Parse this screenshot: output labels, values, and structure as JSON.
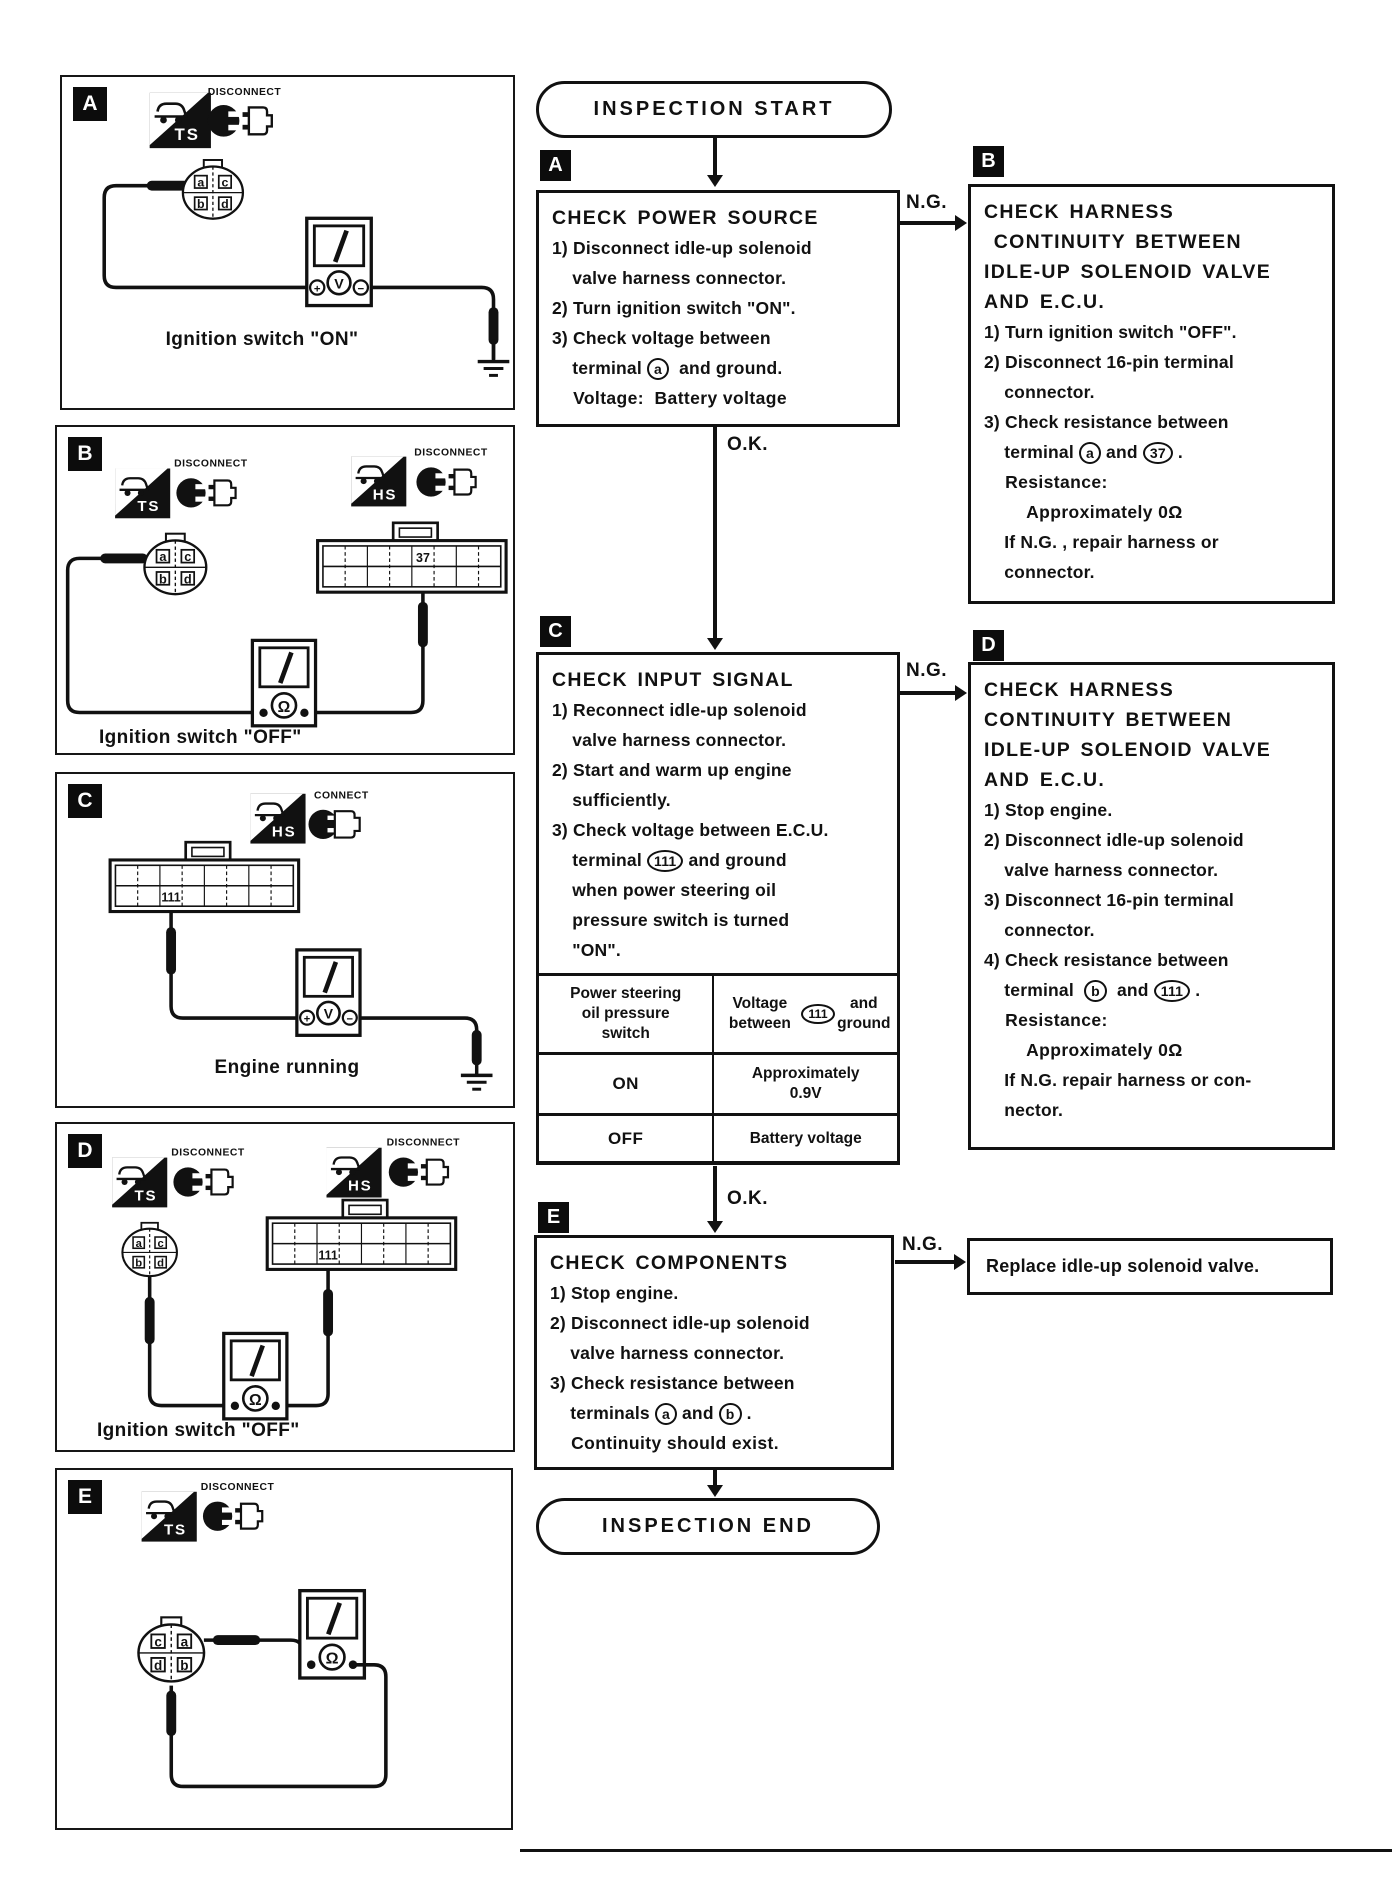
{
  "flow": {
    "start_label": "INSPECTION START",
    "end_label": "INSPECTION END",
    "ok_label": "O.K.",
    "ng_label": "N.G.",
    "replace_label": "Replace idle-up solenoid valve.",
    "power": {
      "tag": "A",
      "lines": [
        {
          "t": "CHECK POWER SOURCE",
          "h": 1
        },
        {
          "t": "1) Disconnect idle-up solenoid"
        },
        {
          "t": "    valve harness connector."
        },
        {
          "t": "2) Turn ignition switch \"ON\"."
        },
        {
          "t": "3) Check voltage between"
        },
        {
          "t": "    terminal ((a))  and ground."
        },
        {
          "t": "    Voltage:  Battery voltage",
          "b": 1
        }
      ]
    },
    "harness_b": {
      "tag": "B",
      "lines": [
        {
          "t": "CHECK HARNESS",
          "h": 1
        },
        {
          "t": " CONTINUITY BETWEEN",
          "h": 1
        },
        {
          "t": "IDLE-UP SOLENOID VALVE",
          "h": 1
        },
        {
          "t": "AND E.C.U.",
          "h": 1
        },
        {
          "t": "1) Turn ignition switch \"OFF\"."
        },
        {
          "t": "2) Disconnect 16-pin terminal"
        },
        {
          "t": "    connector."
        },
        {
          "t": "3) Check resistance between"
        },
        {
          "t": "    terminal ((a)) and ((37)) ."
        },
        {
          "t": "    Resistance:",
          "b": 1
        },
        {
          "t": "        Approximately 0Ω",
          "b": 1
        },
        {
          "t": "    If N.G. , repair harness or"
        },
        {
          "t": "    connector."
        }
      ]
    },
    "input": {
      "tag": "C",
      "lines": [
        {
          "t": "CHECK INPUT SIGNAL",
          "h": 1
        },
        {
          "t": "1) Reconnect idle-up solenoid"
        },
        {
          "t": "    valve harness connector."
        },
        {
          "t": "2) Start and warm up engine"
        },
        {
          "t": "    sufficiently."
        },
        {
          "t": "3) Check voltage between E.C.U."
        },
        {
          "t": "    terminal ((111)) and ground"
        },
        {
          "t": "    when power steering oil"
        },
        {
          "t": "    pressure switch is turned"
        },
        {
          "t": "    \"ON\"."
        }
      ],
      "table": {
        "col1": "Power steering\noil pressure\nswitch",
        "col2": "Voltage between\n((111)) and ground",
        "rows": [
          {
            "key": "ON",
            "val": "Approximately\n0.9V"
          },
          {
            "key": "OFF",
            "val": "Battery voltage"
          }
        ]
      }
    },
    "harness_d": {
      "tag": "D",
      "lines": [
        {
          "t": "CHECK HARNESS",
          "h": 1
        },
        {
          "t": "CONTINUITY BETWEEN",
          "h": 1
        },
        {
          "t": "IDLE-UP SOLENOID VALVE",
          "h": 1
        },
        {
          "t": "AND E.C.U.",
          "h": 1
        },
        {
          "t": "1) Stop engine."
        },
        {
          "t": "2) Disconnect idle-up solenoid"
        },
        {
          "t": "    valve harness connector."
        },
        {
          "t": "3) Disconnect 16-pin terminal"
        },
        {
          "t": "    connector."
        },
        {
          "t": "4) Check resistance between"
        },
        {
          "t": "    terminal  ((b))  and ((111)) ."
        },
        {
          "t": "    Resistance:",
          "b": 1
        },
        {
          "t": "        Approximately 0Ω",
          "b": 1
        },
        {
          "t": "    If N.G. repair harness or con-"
        },
        {
          "t": "    nector."
        }
      ]
    },
    "components": {
      "tag": "E",
      "lines": [
        {
          "t": "CHECK COMPONENTS",
          "h": 1
        },
        {
          "t": "1) Stop engine."
        },
        {
          "t": "2) Disconnect idle-up solenoid"
        },
        {
          "t": "    valve harness connector."
        },
        {
          "t": "3) Check resistance between"
        },
        {
          "t": "    terminals ((a)) and ((b)) ."
        },
        {
          "t": "    Continuity should exist.",
          "b": 1
        }
      ]
    }
  },
  "icons": {
    "ts": "TS",
    "hs": "HS",
    "disconnect": "DISCONNECT",
    "connect": "CONNECT",
    "volt": "V",
    "ohm": "Ω",
    "plus": "+",
    "minus": "−"
  },
  "diagrams": {
    "a": {
      "tag": "A",
      "caption": "Ignition switch \"ON\"",
      "pins": [
        "a",
        "c",
        "b",
        "d"
      ]
    },
    "b": {
      "tag": "B",
      "caption": "Ignition switch \"OFF\"",
      "pins": [
        "a",
        "c",
        "b",
        "d"
      ],
      "ecu_pin": "37"
    },
    "c": {
      "tag": "C",
      "caption": "Engine running",
      "ecu_pin": "111"
    },
    "d": {
      "tag": "D",
      "caption": "Ignition switch \"OFF\"",
      "pins": [
        "a",
        "c",
        "b",
        "d"
      ],
      "ecu_pin": "111"
    },
    "e": {
      "tag": "E",
      "pins": [
        "c",
        "a",
        "d",
        "b"
      ]
    }
  }
}
